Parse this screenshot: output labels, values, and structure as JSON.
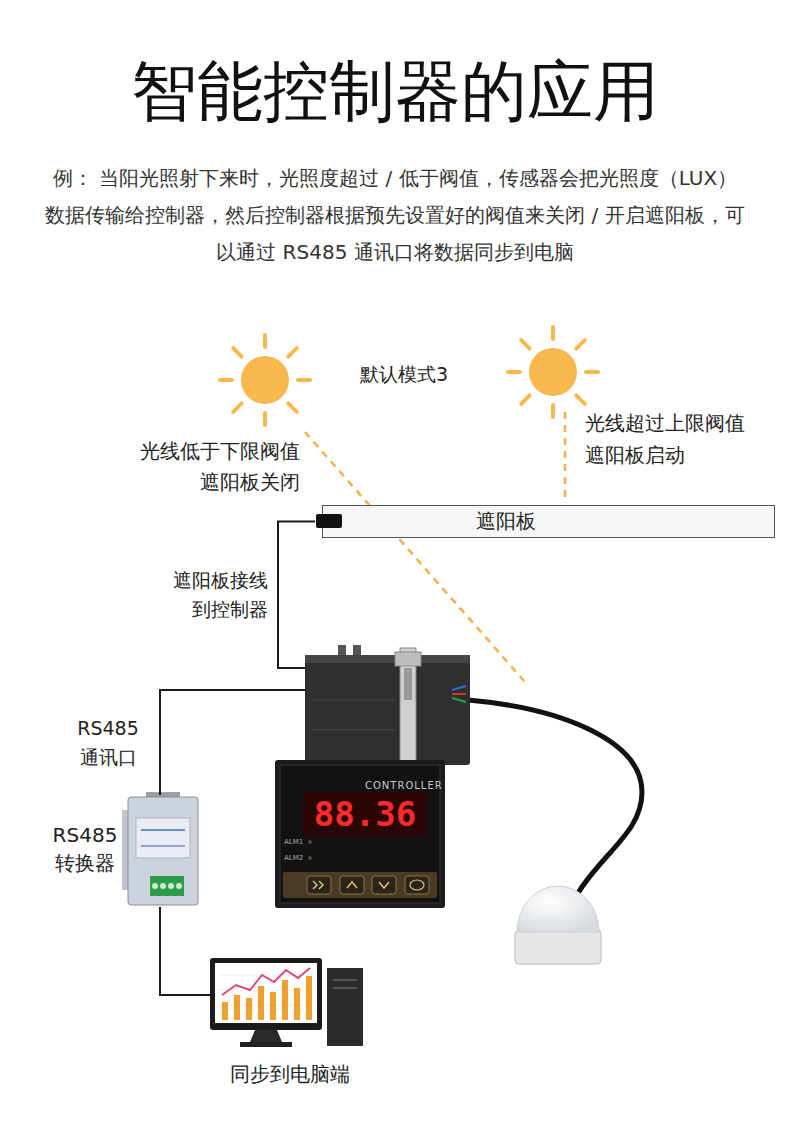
{
  "diagram": {
    "title": "智能控制器的应用",
    "nodes": [
      {
        "text": [
          "遮阳板"
        ]
      },
      {
        "text": [
          "CONTROLLER",
          "88.36",
          "ALM1",
          "ALM2"
        ]
      },
      {
        "text": [
          "RS485 转换器"
        ]
      },
      {
        "text": [
          "同步到电脑端"
        ]
      }
    ],
    "edges": [
      {
        "from": 0,
        "to": 1,
        "arrow": "none",
        "label": "遮阳板接线 到控制器"
      },
      {
        "from": 1,
        "to": 2,
        "arrow": "none",
        "label": "RS485 通讯口"
      },
      {
        "from": 2,
        "to": 3,
        "arrow": "none"
      }
    ],
    "labels": [
      "例： 当阳光照射下来时，光照度超过 / 低于阀值，传感器会把光照度（LUX）数据传输给控制器，然后控制器根据预先设置好的阀值来关闭 / 开启遮阳板，可以通过 RS485 通讯口将数据同步到电脑",
      "默认模式3",
      "光线低于下限阀值 遮阳板关闭",
      "光线超过上限阀值 遮阳板启动"
    ]
  }
}
